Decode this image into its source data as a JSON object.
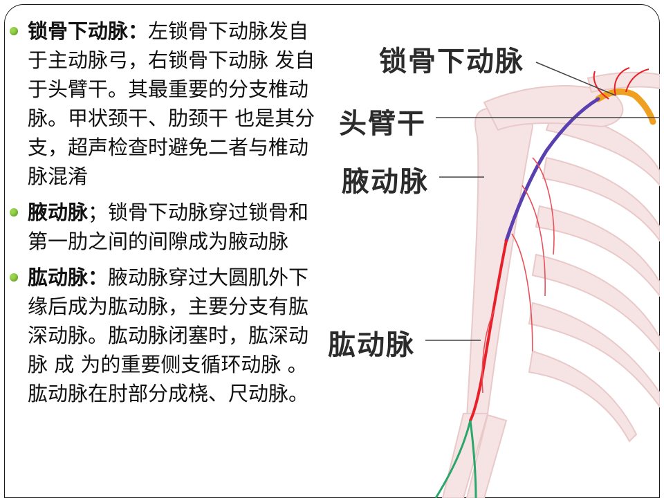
{
  "bullets": [
    {
      "term": "锁骨下动脉：",
      "text": "左锁骨下动脉发自于主动脉弓，右锁骨下动脉 发自于头臂干。其最重要的分支椎动脉。甲状颈干、肋颈干 也是其分支，超声检查时避免二者与椎动脉混淆"
    },
    {
      "term": "腋动脉",
      "text": "；锁骨下动脉穿过锁骨和第一肋之间的间隙成为腋动脉"
    },
    {
      "term": "肱动脉：",
      "text": "腋动脉穿过大圆肌外下缘后成为肱动脉，主要分支有肱深动脉。肱动脉闭塞时，肱深动脉 成 为的重要侧支循环动脉 。肱动脉在肘部分成桡、尺动脉。"
    }
  ],
  "figure": {
    "labels": {
      "subclavian": "锁骨下动脉",
      "brachiocephalic": "头臂干",
      "axillary": "腋动脉",
      "brachial": "肱动脉"
    },
    "colors": {
      "subclavian": "#f0a020",
      "axillary": "#5a3fb0",
      "brachial": "#e8202a",
      "forearm": "#2aa66a",
      "bone": "#f2dada"
    }
  }
}
